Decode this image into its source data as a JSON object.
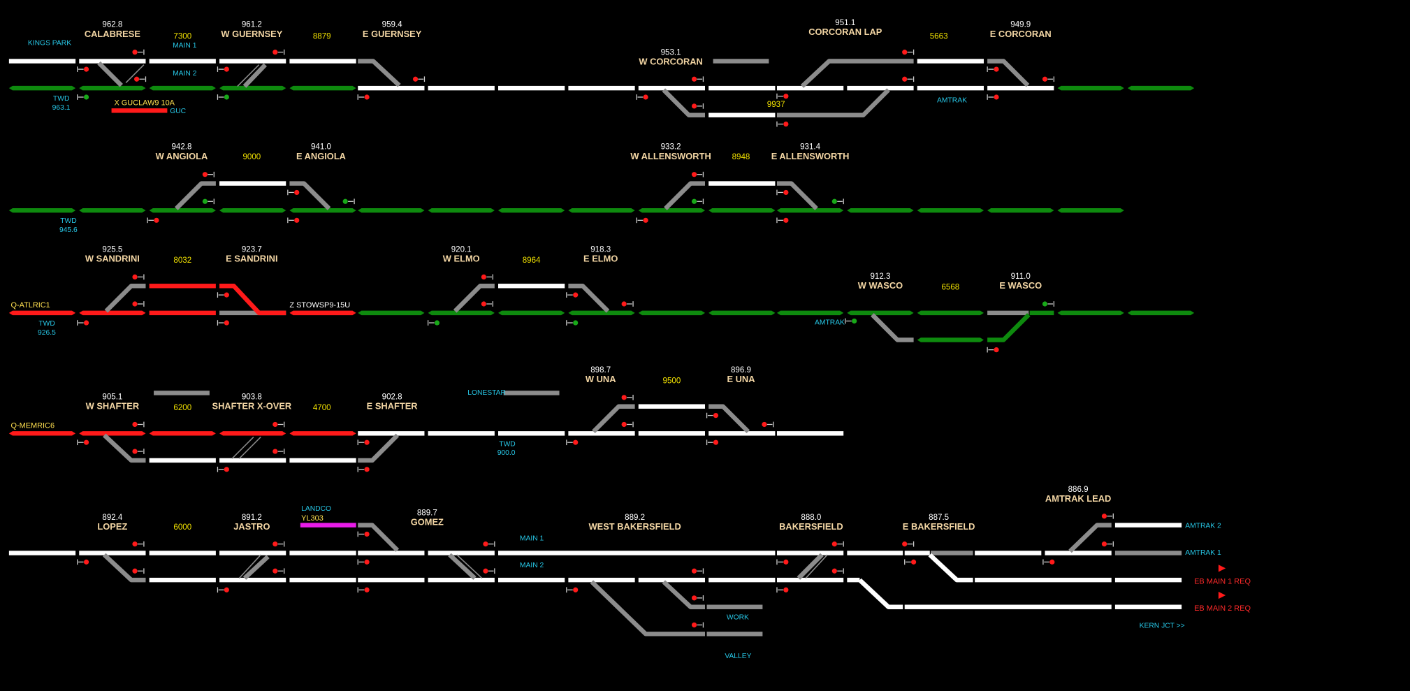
{
  "colors": {
    "unoccupied": "#ffffff",
    "occupied": "#ff1a1a",
    "routed": "#0e8a0e",
    "out_of_service": "#8c8c8c",
    "blocked": "#e81ce8",
    "signal_stop": "#ff1a1a",
    "signal_clear": "#18a818",
    "label_cyan": "#27c8e8",
    "label_yellow": "#f0e000",
    "label_cp": "#f3d6a4"
  },
  "icons": [
    "signal-icon",
    "flag-arrow-icon"
  ],
  "row1": {
    "kings_park": "KINGS PARK",
    "main1": "MAIN 1",
    "main2": "MAIN 2",
    "twd": "TWD",
    "twd_mp": "963.1",
    "calabrese_mp": "962.8",
    "calabrese": "CALABRESE",
    "block_7300": "7300",
    "w_guernsey_mp": "961.2",
    "w_guernsey": "W GUERNSEY",
    "block_8879": "8879",
    "e_guernsey_mp": "959.4",
    "e_guernsey": "E GUERNSEY",
    "train_tag": "X GUCLAW9 10A",
    "guc": "GUC",
    "w_corcoran_mp": "953.1",
    "w_corcoran": "W CORCORAN",
    "block_9937": "9937",
    "corcoran_lap_mp": "951.1",
    "corcoran_lap": "CORCORAN LAP",
    "block_5663": "5663",
    "e_corcoran_mp": "949.9",
    "e_corcoran": "E CORCORAN",
    "amtrak": "AMTRAK"
  },
  "row2": {
    "twd": "TWD",
    "twd_mp": "945.6",
    "w_angiola_mp": "942.8",
    "w_angiola": "W ANGIOLA",
    "block_9000": "9000",
    "e_angiola_mp": "941.0",
    "e_angiola": "E ANGIOLA",
    "w_allensworth_mp": "933.2",
    "w_allensworth": "W ALLENSWORTH",
    "block_8948": "8948",
    "e_allensworth_mp": "931.4",
    "e_allensworth": "E ALLENSWORTH"
  },
  "row3": {
    "q_tag": "Q-ATLRIC1",
    "twd": "TWD",
    "twd_mp": "926.5",
    "w_sandrini_mp": "925.5",
    "w_sandrini": "W SANDRINI",
    "block_8032": "8032",
    "e_sandrini_mp": "923.7",
    "e_sandrini": "E SANDRINI",
    "z_tag": "Z STOWSP9-15U",
    "w_elmo_mp": "920.1",
    "w_elmo": "W ELMO",
    "block_8964": "8964",
    "e_elmo_mp": "918.3",
    "e_elmo": "E ELMO",
    "amtrak": "AMTRAK",
    "w_wasco_mp": "912.3",
    "w_wasco": "W WASCO",
    "block_6568": "6568",
    "e_wasco_mp": "911.0",
    "e_wasco": "E WASCO"
  },
  "row4": {
    "q_tag": "Q-MEMRIC6",
    "w_shafter_mp": "905.1",
    "w_shafter": "W SHAFTER",
    "block_6200": "6200",
    "shafter_xover_mp": "903.8",
    "shafter_xover": "SHAFTER X-OVER",
    "block_4700": "4700",
    "e_shafter_mp": "902.8",
    "e_shafter": "E SHAFTER",
    "lonestar": "LONESTAR",
    "twd": "TWD",
    "twd_mp": "900.0",
    "w_una_mp": "898.7",
    "w_una": "W UNA",
    "block_9500": "9500",
    "e_una_mp": "896.9",
    "e_una": "E UNA"
  },
  "row5": {
    "lopez_mp": "892.4",
    "lopez": "LOPEZ",
    "block_6000": "6000",
    "jastro_mp": "891.2",
    "jastro": "JASTRO",
    "landco": "LANDCO",
    "yl303": "YL303",
    "gomez_mp": "889.7",
    "gomez": "GOMEZ",
    "main1": "MAIN 1",
    "main2": "MAIN 2",
    "west_bakersfield_mp": "889.2",
    "west_bakersfield": "WEST BAKERSFIELD",
    "work": "WORK",
    "valley": "VALLEY",
    "bakersfield_mp": "888.0",
    "bakersfield": "BAKERSFIELD",
    "e_bakersfield_mp": "887.5",
    "e_bakersfield": "E BAKERSFIELD",
    "amtrak_lead_mp": "886.9",
    "amtrak_lead": "AMTRAK LEAD",
    "amtrak2": "AMTRAK 2",
    "amtrak1": "AMTRAK 1",
    "eb_main1_req": "EB MAIN 1 REQ",
    "eb_main2_req": "EB MAIN 2 REQ",
    "kern_jct": "KERN JCT >>"
  }
}
